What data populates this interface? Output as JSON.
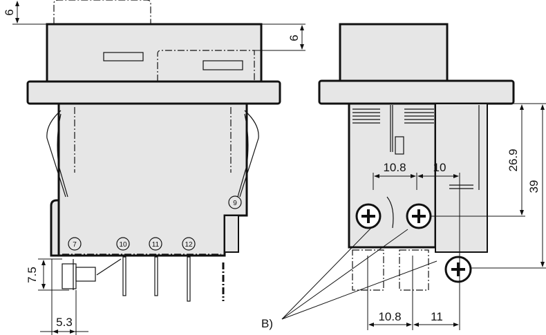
{
  "title": "Rocker switch dimensional drawing",
  "front_view": {
    "dims": {
      "top_offset": "6",
      "actuator_offset": "6",
      "terminal_height": "7.5",
      "terminal_offset": "5.3"
    },
    "terminal_numbers": [
      "7",
      "10",
      "11",
      "12",
      "9"
    ]
  },
  "side_view": {
    "dims": {
      "pitch_top": "10.8",
      "offset_top": "10",
      "height_inner": "26.9",
      "height_total": "39",
      "pitch_bottom": "10.8",
      "offset_bottom": "11"
    },
    "callout": "B)"
  },
  "colors": {
    "fill": "#e6e6e6",
    "line": "#111111"
  }
}
